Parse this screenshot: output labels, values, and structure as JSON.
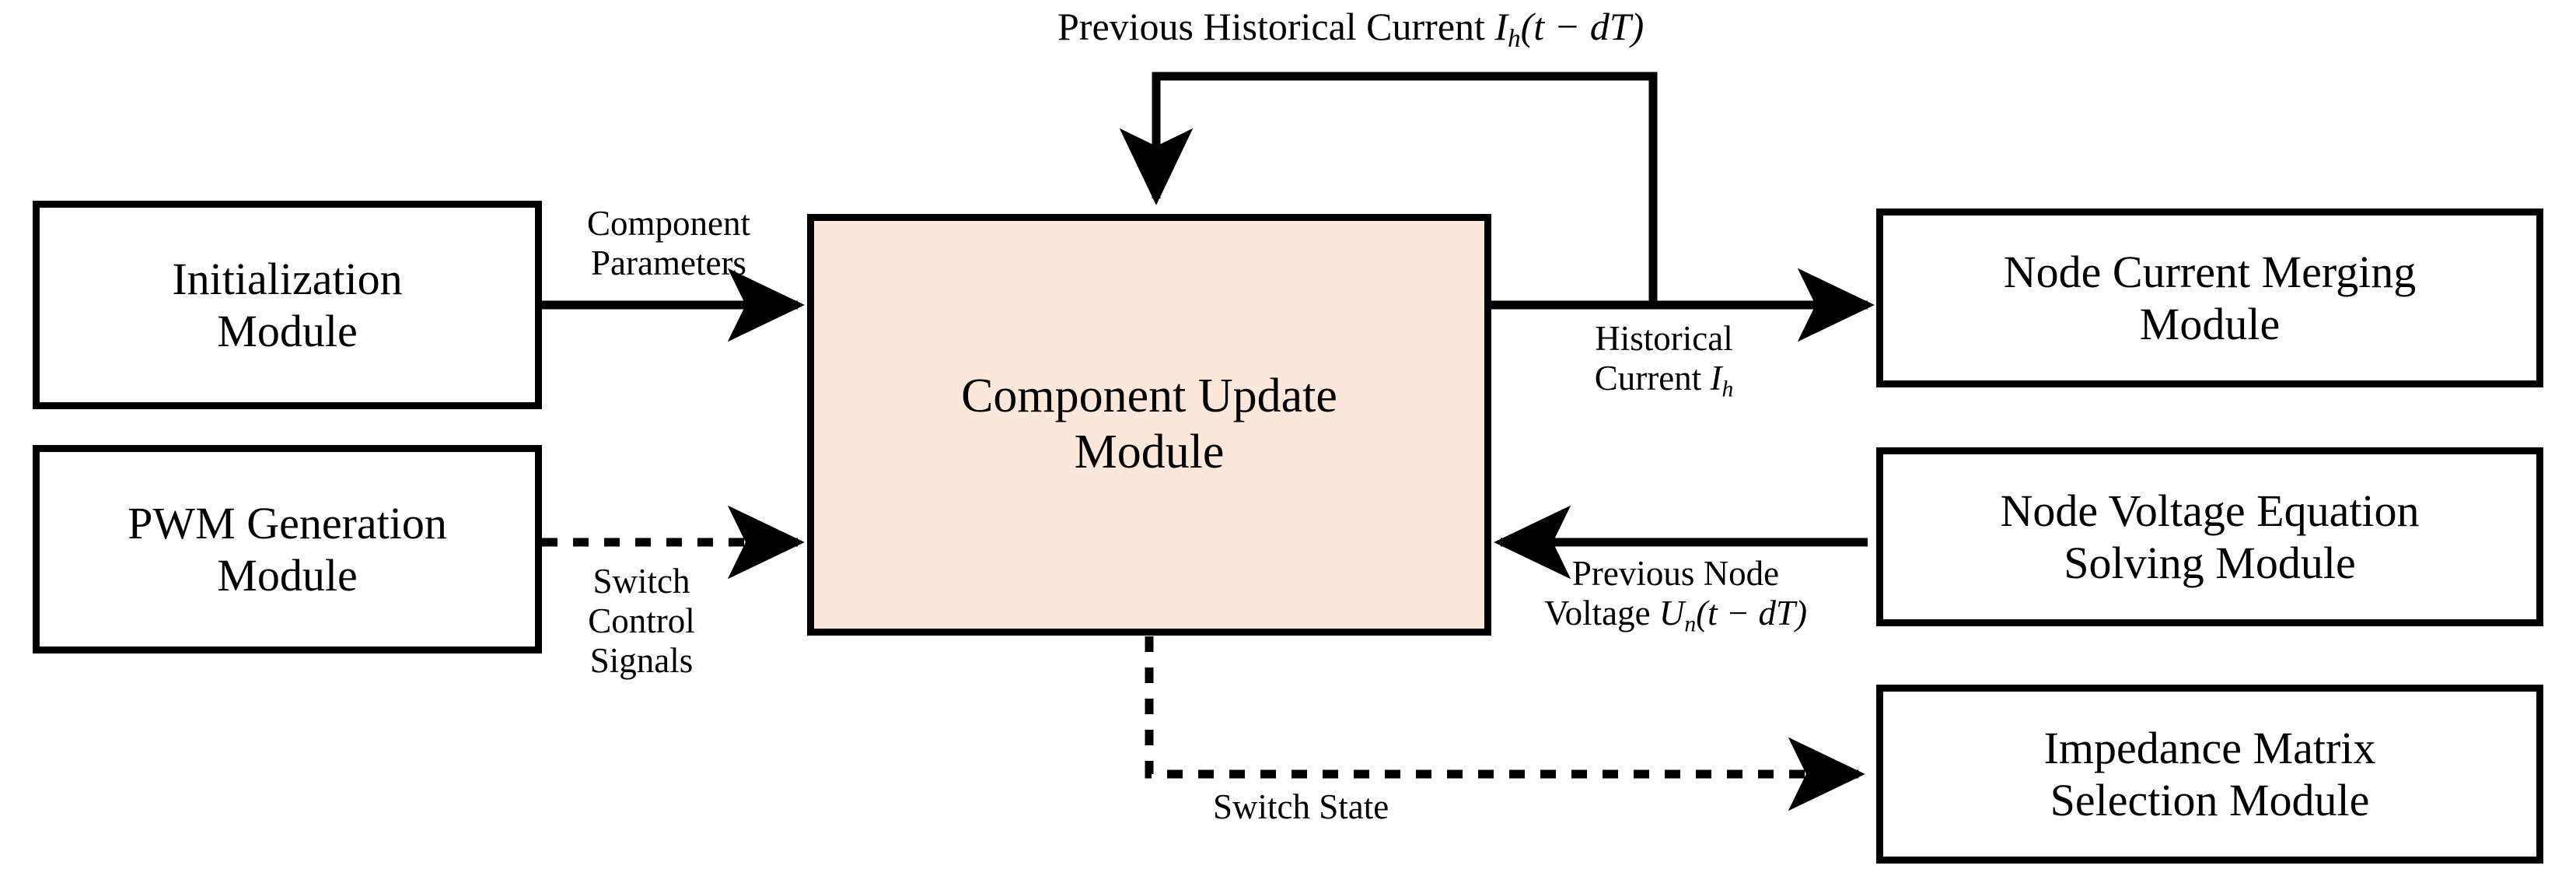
{
  "diagram": {
    "title": "Component Update Module data-flow block diagram",
    "background_color": "#ffffff",
    "stroke_color": "#000000",
    "highlight_fill": "#FBE8DA"
  },
  "nodes": {
    "initialization": {
      "label": "Initialization\nModule",
      "fill": "#ffffff"
    },
    "pwm_generation": {
      "label": "PWM Generation\nModule",
      "fill": "#ffffff"
    },
    "component_update": {
      "label": "Component Update\nModule",
      "fill": "#FBE8DA"
    },
    "node_current_merging": {
      "label": "Node Current Merging\nModule",
      "fill": "#ffffff"
    },
    "node_voltage_solving": {
      "label": "Node Voltage Equation\nSolving Module",
      "fill": "#ffffff"
    },
    "impedance_matrix": {
      "label": "Impedance Matrix\nSelection Module",
      "fill": "#ffffff"
    }
  },
  "edge_labels": {
    "previous_historical_current": {
      "text_prefix": "Previous Historical Current ",
      "symbol": "I",
      "subscript": "h",
      "text_suffix": "(t − dT)",
      "full": "Previous Historical Current I_h(t − dT)"
    },
    "component_parameters": {
      "full": "Component\nParameters"
    },
    "switch_control_signals": {
      "full": "Switch\nControl\nSignals"
    },
    "historical_current": {
      "line1": "Historical",
      "text_prefix": "Current ",
      "symbol": "I",
      "subscript": "h",
      "text_suffix": "",
      "full": "Historical Current I_h"
    },
    "previous_node_voltage": {
      "line1": "Previous Node",
      "text_prefix": "Voltage ",
      "symbol": "U",
      "subscript": "n",
      "text_suffix": "(t − dT)",
      "full": "Previous Node Voltage U_n(t − dT)"
    },
    "switch_state": {
      "full": "Switch State"
    }
  },
  "edges": [
    {
      "name": "initialization-to-component-update",
      "from": "initialization",
      "to": "component_update",
      "style": "solid",
      "label": "Component Parameters"
    },
    {
      "name": "pwm-to-component-update",
      "from": "pwm_generation",
      "to": "component_update",
      "style": "dashed",
      "label": "Switch Control Signals"
    },
    {
      "name": "component-update-to-node-current-merging",
      "from": "component_update",
      "to": "node_current_merging",
      "style": "solid",
      "label": "Historical Current I_h"
    },
    {
      "name": "historical-current-feedback-loop",
      "from": "component_update",
      "to": "component_update",
      "style": "solid",
      "label": "Previous Historical Current I_h(t - dT)"
    },
    {
      "name": "node-voltage-solving-to-component-update",
      "from": "node_voltage_solving",
      "to": "component_update",
      "style": "solid",
      "label": "Previous Node Voltage U_n(t - dT)"
    },
    {
      "name": "component-update-to-impedance-matrix",
      "from": "component_update",
      "to": "impedance_matrix",
      "style": "dashed",
      "label": "Switch State"
    }
  ]
}
